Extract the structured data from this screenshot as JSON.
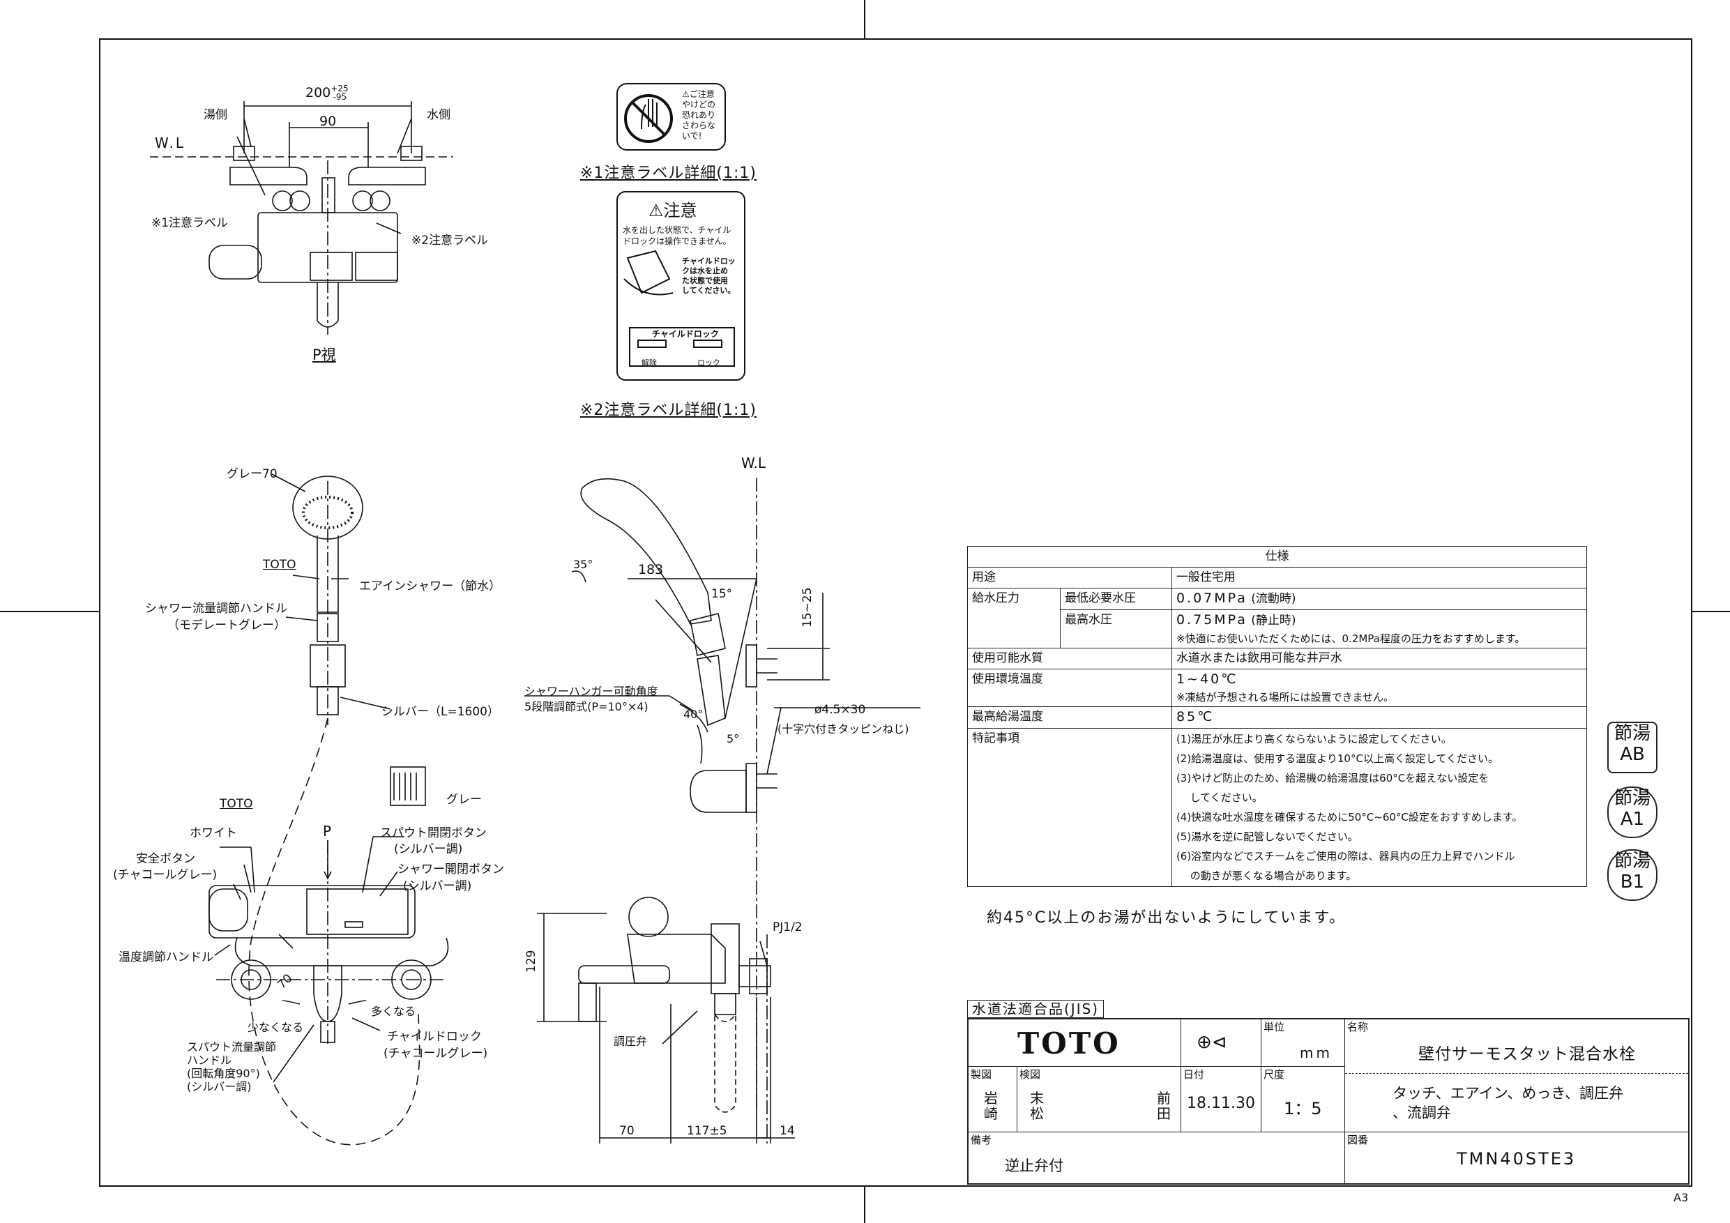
{
  "sheet": {
    "size_mark": "A3",
    "adequacy_note": "約45°C以上のお湯が出ないようにしています。"
  },
  "top_view": {
    "dim_total": "200",
    "dim_total_tol_plus": "+25",
    "dim_total_tol_minus": "-95",
    "dim_center": "90",
    "hot_side": "湯側",
    "cold_side": "水側",
    "wl": "W.L",
    "label1": "※1注意ラベル",
    "label2": "※2注意ラベル",
    "view_name": "P視"
  },
  "caution_labels": {
    "label1_text": [
      "⚠ご注意",
      "やけどの",
      "恐れあり",
      "さわらな",
      "いで!"
    ],
    "label1_caption": "※1注意ラベル詳細(1:1)",
    "label2_title": "⚠注意",
    "label2_body": [
      "水を出した状態で、チャイル",
      "ドロックは操作できません。"
    ],
    "label2_side": [
      "チャイルドロッ",
      "クは水を止め",
      "た状態で使用",
      "してください。"
    ],
    "label2_lock_title": "チャイルドロック",
    "label2_release": "解除",
    "label2_lock": "ロック",
    "label2_caption": "※2注意ラベル詳細(1:1)"
  },
  "shower_front": {
    "grey70": "グレー70",
    "toto": "TOTO",
    "air_in": "エアインシャワー（節水）",
    "flow_handle": "シャワー流量調節ハンドル",
    "flow_handle_color": "（モデレートグレー）",
    "hose": "シルバー（L=1600）"
  },
  "shower_side": {
    "wl": "W.L",
    "angle35": "35°",
    "dim183": "183",
    "angle15": "15°",
    "dim15_25": "15~25",
    "hanger1": "シャワーハンガー可動角度",
    "hanger2": "5段階調節式(P=10°×4)",
    "angle40": "40°",
    "angle5": "5°",
    "screw1": "ø4.5×30",
    "screw2": "(十字穴付きタッピンねじ)"
  },
  "faucet_front": {
    "grey_sample": "グレー",
    "toto": "TOTO",
    "white": "ホワイト",
    "p_mark": "P",
    "safety_btn": "安全ボタン",
    "safety_btn_color": "(チャコールグレー)",
    "spout_btn": "スパウト開閉ボタン",
    "spout_btn_color": "(シルバー調)",
    "shower_btn": "シャワー開閉ボタン",
    "shower_btn_color": "(シルバー調)",
    "temp_handle": "温度調節ハンドル",
    "dim70": "70",
    "less": "少なくなる",
    "more": "多くなる",
    "spout_flow1": "スパウト流量調節",
    "spout_flow2": "ハンドル",
    "spout_flow3": "(回転角度90°)",
    "spout_flow4": "(シルバー調)",
    "child_lock": "チャイルドロック",
    "child_lock_color": "(チャコールグレー)"
  },
  "faucet_side": {
    "dim129": "129",
    "pj": "PJ1/2",
    "regulator": "調圧弁",
    "dim70": "70",
    "dim117": "117±5",
    "dim14": "14"
  },
  "spec": {
    "title": "仕様",
    "rows": [
      {
        "k": "用途",
        "v": "一般住宅用"
      },
      {
        "k": "給水圧力",
        "sub1": "最低必要水圧",
        "v1": "0.07MPa",
        "v1n": "(流動時)",
        "sub2": "最高水圧",
        "v2": "0.75MPa",
        "v2n": "(静止時)",
        "note": "※快適にお使いいただくためには、0.2MPa程度の圧力をおすすめします。"
      },
      {
        "k": "使用可能水質",
        "v": "水道水または飲用可能な井戸水"
      },
      {
        "k": "使用環境温度",
        "v": "1~40℃",
        "note": "※凍結が予想される場所には設置できません。"
      },
      {
        "k": "最高給湯温度",
        "v": "85℃"
      },
      {
        "k": "特記事項",
        "lines": [
          "(1)湯圧が水圧より高くならないように設定してください。",
          "(2)給湯温度は、使用する温度より10°C以上高く設定してください。",
          "(3)やけど防止のため、給湯機の給湯温度は60°Cを超えない設定を",
          "　 してください。",
          "(4)快適な吐水温度を確保するために50°C~60°C設定をおすすめします。",
          "(5)湯水を逆に配管しないでください。",
          "(6)浴室内などでスチームをご使用の際は、器具内の圧力上昇でハンドル",
          "　 の動きが悪くなる場合があります。"
        ]
      }
    ]
  },
  "stamps": [
    {
      "top": "節湯",
      "bottom": "AB"
    },
    {
      "top": "節湯",
      "bottom": "A1"
    },
    {
      "top": "節湯",
      "bottom": "B1"
    }
  ],
  "title_block": {
    "jis": "水道法適合品(JIS)",
    "brand": "TOTO",
    "proj_symbol": "⊕⊲",
    "unit_label": "単位",
    "unit": "mm",
    "name_label": "名称",
    "name": "壁付サーモスタット混合水栓",
    "drawn_label": "製図",
    "drawn_by": "岩崎",
    "checked_label": "検図",
    "checked_by1": "末松",
    "checked_by2": "前田",
    "date_label": "日付",
    "date": "18.11.30",
    "scale_label": "尺度",
    "scale": "1：5",
    "features1": "タッチ、エアイン、めっき、調圧弁",
    "features2": "、流調弁",
    "remarks_label": "備考",
    "remarks": "逆止弁付",
    "drawing_no_label": "図番",
    "drawing_no": "TMN40STE3"
  }
}
